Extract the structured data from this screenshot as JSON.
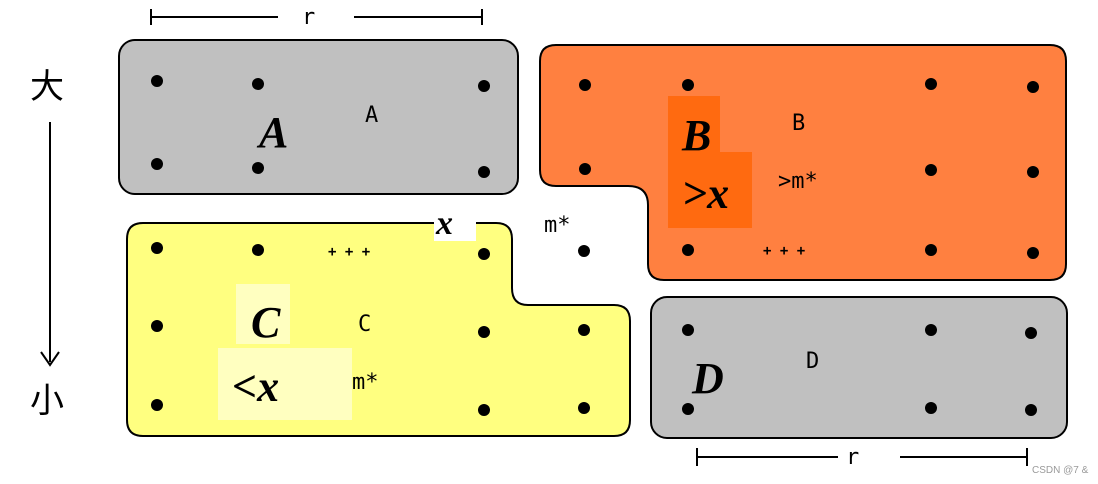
{
  "colors": {
    "region_A": "#c0c0c0",
    "region_B": "#ff8040",
    "region_C": "#ffff80",
    "region_D": "#c0c0c0",
    "label_B_bg": "#ff6a10",
    "label_C_bg": "#ffffc0",
    "outline": "#000000"
  },
  "axis": {
    "top_label": "大",
    "bottom_label": "小"
  },
  "dimensions": {
    "top_r": "r",
    "bottom_r": "r"
  },
  "regions": {
    "A": {
      "small": "A",
      "big": "A"
    },
    "B": {
      "small": "B",
      "big": "B",
      "relation": ">x",
      "mstar": ">m*",
      "dots": "+ + +"
    },
    "C": {
      "small": "C",
      "big": "C",
      "relation": "<x",
      "mstar": "m*",
      "dots": "+ + +"
    },
    "D": {
      "small": "D",
      "big": "D"
    }
  },
  "x_label": "x",
  "mstar_label": "m*",
  "watermark": "CSDN @7 &"
}
